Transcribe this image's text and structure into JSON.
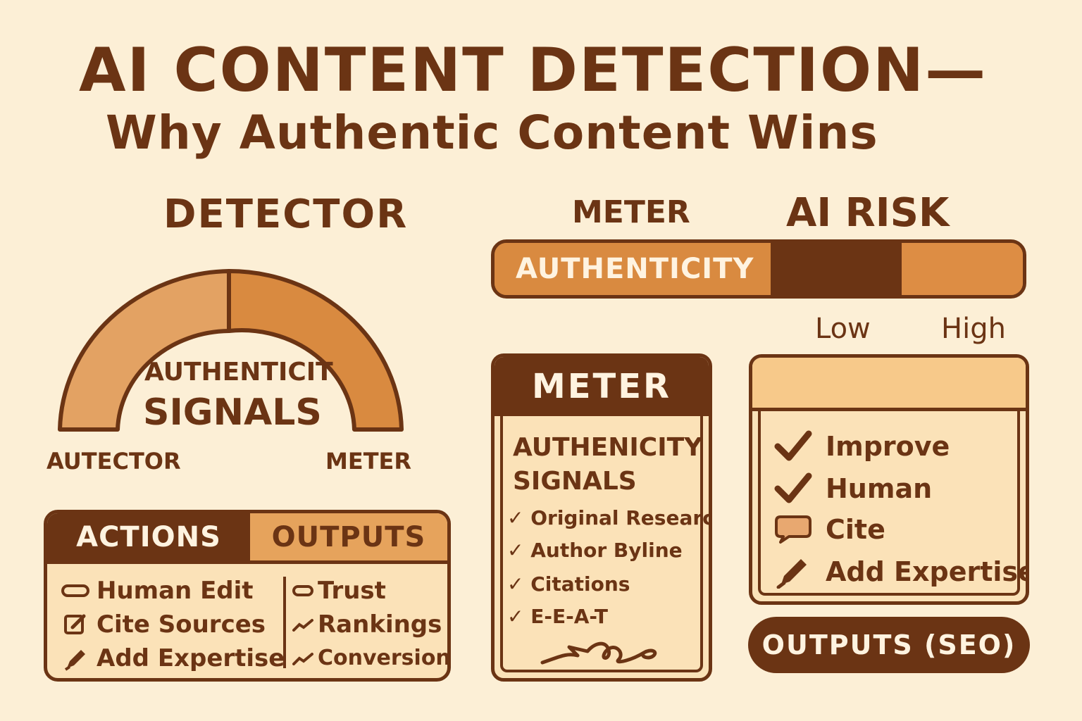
{
  "title": {
    "line1": "AI CONTENT DETECTION—",
    "line2": "Why Authentic Content Wins"
  },
  "detector": {
    "heading": "DETECTOR",
    "gauge_center_line1": "AUTHENTICIT",
    "gauge_center_line2": "SIGNALS",
    "left_label": "AUTECTOR",
    "right_label": "METER",
    "colors": {
      "left_segment": "#e3a263",
      "right_segment": "#d98a40",
      "outline": "#6b3414"
    }
  },
  "risk_meter": {
    "meter_label": "METER",
    "ai_risk_label": "AI RISK",
    "bar_label": "AUTHENTICITY",
    "low_label": "Low",
    "high_label": "High"
  },
  "actions_outputs": {
    "actions_header": "ACTIONS",
    "outputs_header": "OUTPUTS",
    "actions": [
      {
        "label": "Human Edit",
        "icon": "pill-icon"
      },
      {
        "label": "Cite Sources",
        "icon": "edit-icon"
      },
      {
        "label": "Add Expertise",
        "icon": "pen-icon"
      }
    ],
    "outputs": [
      {
        "label": "Trust",
        "icon": "pill-icon"
      },
      {
        "label": "Rankings",
        "icon": "trend-icon"
      },
      {
        "label": "Conversions",
        "icon": "trend-icon"
      }
    ]
  },
  "meter_card": {
    "header": "METER",
    "subtitle_line1": "AUTHENICITY",
    "subtitle_line2": "SIGNALS",
    "items": [
      "Original Research",
      "Author Byline",
      "Citations",
      "E-E-A-T"
    ],
    "check_glyph": "✓"
  },
  "checklist": {
    "items": [
      {
        "label": "Improve",
        "icon": "check-icon"
      },
      {
        "label": "Human",
        "icon": "check-icon"
      },
      {
        "label": "Cite",
        "icon": "speech-bubble-icon"
      },
      {
        "label": "Add Expertise",
        "icon": "pen-icon"
      }
    ]
  },
  "outputs_seo": "OUTPUTS (SEO)"
}
